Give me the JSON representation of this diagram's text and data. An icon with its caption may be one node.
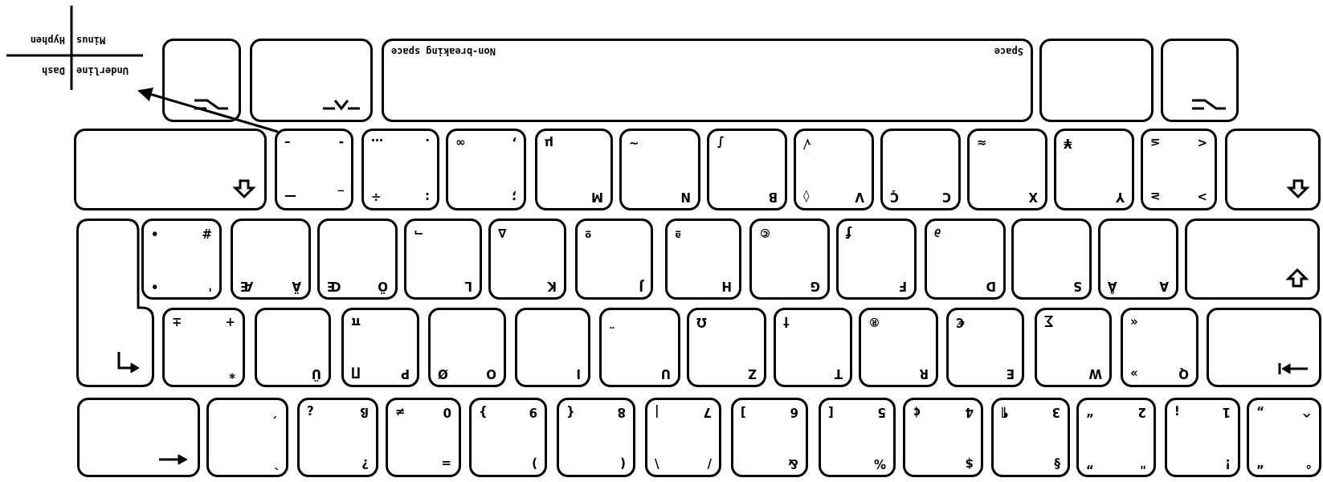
{
  "diagram": {
    "nodes": [
      {
        "text": [
          "°",
          "“",
          "^",
          "„"
        ]
      },
      {
        "text": [
          "!",
          "1",
          "¡"
        ]
      },
      {
        "text": [
          "\"",
          "”",
          "2",
          "“"
        ]
      },
      {
        "text": [
          "§",
          "3",
          "¶"
        ]
      },
      {
        "text": [
          "$",
          "4",
          "¢"
        ]
      },
      {
        "text": [
          "%",
          "5",
          "["
        ]
      },
      {
        "text": [
          "&",
          "6",
          "]"
        ]
      },
      {
        "text": [
          "/",
          "\\",
          "7",
          "|"
        ]
      },
      {
        "text": [
          "(",
          "8",
          "{"
        ]
      },
      {
        "text": [
          ")",
          "9",
          "}"
        ]
      },
      {
        "text": [
          "=",
          "0",
          "≠"
        ]
      },
      {
        "text": [
          "?",
          "ß",
          "¿"
        ]
      },
      {
        "text": [
          "`",
          "´"
        ]
      },
      {
        "text": [],
        "shape": "box"
      },
      {
        "text": [],
        "shape": "box"
      },
      {
        "text": [
          "Q",
          "»",
          "«"
        ]
      },
      {
        "text": [
          "W",
          "∑"
        ]
      },
      {
        "text": [
          "E",
          "€"
        ]
      },
      {
        "text": [
          "R",
          "®"
        ]
      },
      {
        "text": [
          "T",
          "†"
        ]
      },
      {
        "text": [
          "Z",
          "Ω"
        ]
      },
      {
        "text": [
          "U",
          "¨"
        ]
      },
      {
        "text": [
          "I"
        ]
      },
      {
        "text": [
          "O",
          "Ø"
        ]
      },
      {
        "text": [
          "P",
          "∏",
          "π"
        ]
      },
      {
        "text": [
          "Ü"
        ]
      },
      {
        "text": [
          "*",
          "+",
          "±"
        ]
      },
      {
        "text": [],
        "shape": "box"
      },
      {
        "text": [],
        "shape": "box"
      },
      {
        "text": [
          "A",
          "Å"
        ]
      },
      {
        "text": [
          "S"
        ]
      },
      {
        "text": [
          "D",
          "∂"
        ]
      },
      {
        "text": [
          "F",
          "ƒ"
        ]
      },
      {
        "text": [
          "G",
          "©"
        ]
      },
      {
        "text": [
          "H",
          "ª"
        ]
      },
      {
        "text": [
          "J",
          "º"
        ]
      },
      {
        "text": [
          "K",
          "∆"
        ]
      },
      {
        "text": [
          "L",
          "¬"
        ]
      },
      {
        "text": [
          "Ö",
          "Œ"
        ]
      },
      {
        "text": [
          "Ä",
          "Æ"
        ]
      },
      {
        "text": [
          "'",
          "•",
          "#",
          "•"
        ]
      },
      {
        "text": [],
        "shape": "box"
      },
      {
        "text": [
          ">",
          "≥",
          "<",
          "≤"
        ]
      },
      {
        "text": [
          "Y",
          "¥"
        ]
      },
      {
        "text": [
          "X",
          "≈"
        ]
      },
      {
        "text": [
          "C",
          "Ç"
        ]
      },
      {
        "text": [
          "V",
          "◊",
          "√"
        ]
      },
      {
        "text": [
          "B",
          "∫"
        ]
      },
      {
        "text": [
          "N",
          "~"
        ]
      },
      {
        "text": [
          "M",
          "µ"
        ]
      },
      {
        "text": [
          ";",
          ",",
          "∞"
        ]
      },
      {
        "text": [
          ":",
          "÷",
          ".",
          "…"
        ]
      },
      {
        "text": [
          "_",
          "—",
          "-",
          "–"
        ]
      },
      {
        "text": [],
        "shape": "box"
      },
      {
        "text": [],
        "shape": "box"
      },
      {
        "text": [],
        "shape": "box"
      },
      {
        "text": [
          "Space",
          "Non-breaking space"
        ]
      },
      {
        "text": [],
        "shape": "box"
      },
      {
        "text": [],
        "shape": "box"
      },
      {
        "text": [
          "Underline",
          "Dash",
          "Minus",
          "Hyphen"
        ]
      }
    ],
    "edges": [
      {
        "from": 52,
        "to": 59,
        "arrow": "to"
      }
    ]
  }
}
